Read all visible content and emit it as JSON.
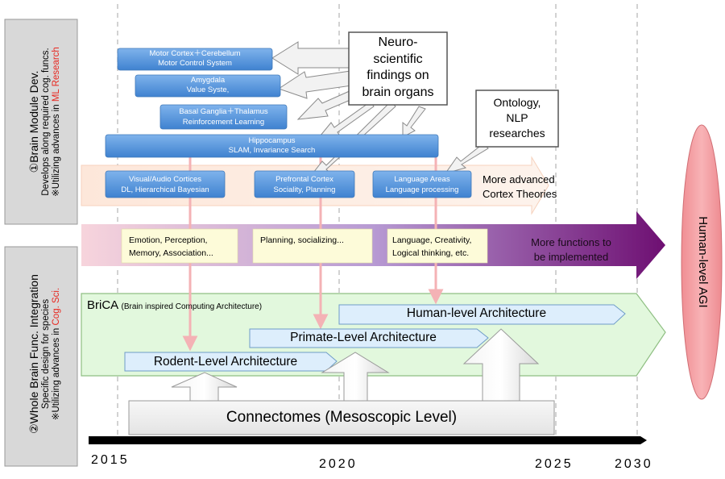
{
  "side_panels": {
    "brain_module": {
      "num": "①",
      "title": "Brain Module Dev.",
      "line2": "Develops along required cog. funcs.",
      "line3_prefix": "※Utilizing advances in ",
      "line3_highlight": "ML Research"
    },
    "whole_brain": {
      "num": "②",
      "title": "Whole Brain Func. Integration",
      "line2": "Specific design for species",
      "line3_prefix": "※Utilizing advances in ",
      "line3_highlight": "Cog. Sci."
    }
  },
  "modules": {
    "motor": {
      "line1": "Motor Cortex＋Cerebellum",
      "line2": "Motor Control System"
    },
    "amygdala": {
      "line1": "Amygdala",
      "line2": "Value Syste,"
    },
    "basal": {
      "line1": "Basal Ganglia＋Thalamus",
      "line2": "Reinforcement Learning"
    },
    "hippocampus": {
      "line1": "Hippocampus",
      "line2": "SLAM, Invariance Search"
    },
    "visual": {
      "line1": "Visual/Audio Cortices",
      "line2": "DL, Hierarchical Bayesian"
    },
    "prefrontal": {
      "line1": "Prefrontal Cortex",
      "line2": "Sociality, Planning"
    },
    "language": {
      "line1": "Language Areas",
      "line2": "Language processing"
    }
  },
  "callouts": {
    "neuro": [
      "Neuro-",
      "scientific",
      "findings on",
      "brain organs"
    ],
    "ontology": [
      "Ontology,",
      "NLP",
      "researches"
    ]
  },
  "cortex_arrow": [
    "More advanced",
    "Cortex Theories"
  ],
  "functions_arrow": {
    "boxes": [
      [
        "Emotion, Perception,",
        "Memory, Association..."
      ],
      [
        "Planning, socializing..."
      ],
      [
        "Language, Creativity,",
        "Logical thinking, etc."
      ]
    ],
    "label": [
      "More functions to",
      "be implemented"
    ]
  },
  "brica": {
    "name": "BriCA",
    "subtitle": "(Brain inspired Computing Architecture)"
  },
  "architectures": {
    "human": "Human-level Architecture",
    "primate": "Primate-Level Architecture",
    "rodent": "Rodent-Level Architecture"
  },
  "connectomes": "Connectomes (Mesoscopic Level)",
  "agi_label": "Human-level AGI",
  "timeline": {
    "years": [
      "2015",
      "2020",
      "2025",
      "2030"
    ]
  },
  "colors": {
    "module_blue": "#4a8fd9",
    "cortex_peach": "#fbe3d4",
    "function_purple": "#7a1a7a",
    "brica_green": "#e2f8dd",
    "agi_pink": "#f4a3a6",
    "red_text": "#e8271f",
    "arch_blue": "#ddeefc",
    "yellow_box": "#fdfbd9"
  }
}
